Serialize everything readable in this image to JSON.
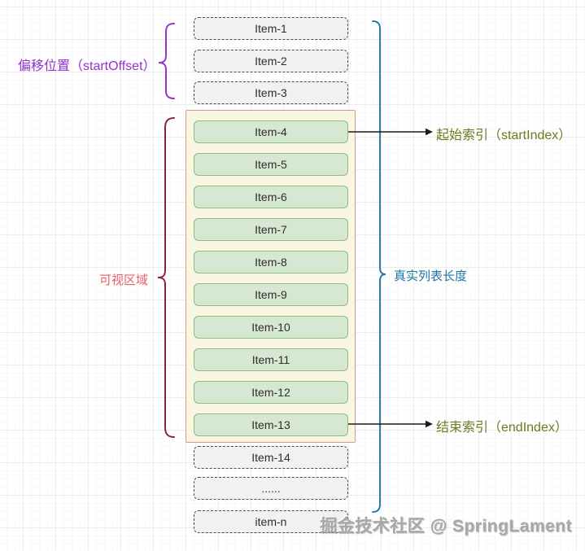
{
  "diagram": {
    "title_concept": "virtual-list",
    "offset_label": "偏移位置（startOffset）",
    "viewport_label": "可视区域",
    "real_list_label": "真实列表长度",
    "start_index_label": "起始索引（startIndex）",
    "end_index_label": "结束索引（endIndex）",
    "watermark": "掘金技术社区 @ SpringLament"
  },
  "list": {
    "above": [
      "Item-1",
      "Item-2",
      "Item-3"
    ],
    "visible": [
      "Item-4",
      "Item-5",
      "Item-6",
      "Item-7",
      "Item-8",
      "Item-9",
      "Item-10",
      "Item-11",
      "Item-12",
      "Item-13"
    ],
    "below": [
      "Item-14",
      "......",
      "item-n"
    ]
  },
  "colors": {
    "offset_purple": "#9333cb",
    "viewport_text_red": "#e8606b",
    "viewport_brace_red": "#8c1f45",
    "real_list_blue": "#16729e",
    "index_olive": "#6e7b1f",
    "arrow_black": "#1a1a1a",
    "gray_item_fill": "#f1f1f1",
    "gray_item_border": "#4d4d4d",
    "green_item_fill": "#d6e8d2",
    "green_item_border": "#8fba79",
    "viewport_box_fill": "#f9f7e1",
    "viewport_box_border": "#df958d"
  }
}
